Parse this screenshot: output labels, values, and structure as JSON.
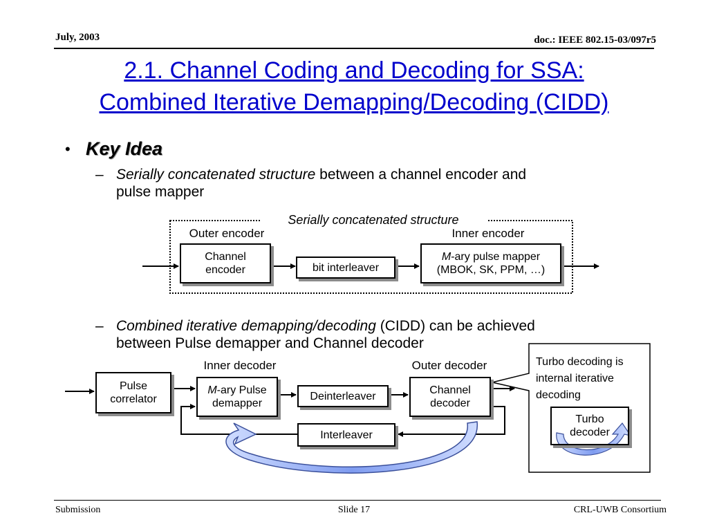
{
  "header": {
    "date": "July, 2003",
    "doc_id": "doc.: IEEE 802.15-03/097r5"
  },
  "title": {
    "line1": "2.1. Channel Coding and Decoding for SSA:",
    "line2": "Combined Iterative Demapping/Decoding (CIDD)"
  },
  "bullet": {
    "marker": "•",
    "heading": "Key Idea",
    "dash": "–",
    "item1": {
      "italic": "Serially concatenated structure",
      "rest": " between a channel encoder and",
      "line2": "pulse mapper"
    },
    "item2": {
      "italic": "Combined iterative demapping/decoding",
      "rest": " (CIDD) can be achieved",
      "line2": "between Pulse demapper and Channel decoder"
    }
  },
  "encoder_diagram": {
    "frame_label": "Serially concatenated structure",
    "outer_label": "Outer encoder",
    "inner_label": "Inner encoder",
    "channel_encoder": {
      "line1": "Channel",
      "line2": "encoder"
    },
    "bit_interleaver": "bit interleaver",
    "pulse_mapper": {
      "m": "M",
      "line1_rest": "-ary pulse mapper",
      "line2": "(MBOK, SK, PPM, …)"
    }
  },
  "decoder_diagram": {
    "inner_label": "Inner decoder",
    "outer_label": "Outer decoder",
    "pulse_correlator": {
      "line1": "Pulse",
      "line2": "correlator"
    },
    "pulse_demapper": {
      "m": "M",
      "line1_rest": "-ary Pulse",
      "line2": "demapper"
    },
    "deinterleaver": "Deinterleaver",
    "channel_decoder": {
      "line1": "Channel",
      "line2": "decoder"
    },
    "interleaver": "Interleaver",
    "callout": {
      "line1": "Turbo decoding is",
      "line2": "internal iterative",
      "line3": "decoding"
    },
    "turbo_decoder": {
      "line1": "Turbo",
      "line2": "decoder"
    }
  },
  "footer": {
    "left": "Submission",
    "center": "Slide 17",
    "right": "CRL-UWB Consortium"
  }
}
